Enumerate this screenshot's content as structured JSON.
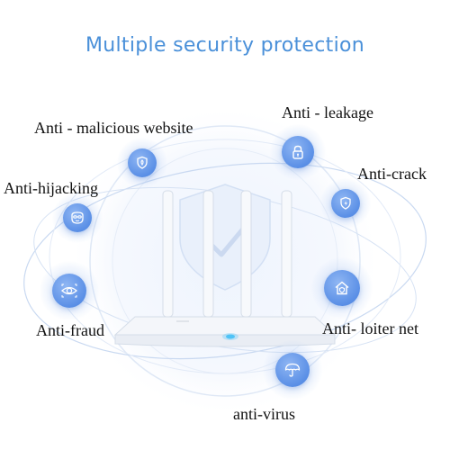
{
  "title": "Multiple security protection",
  "features": [
    {
      "label": "Anti - malicious website",
      "icon": "shield-icon"
    },
    {
      "label": "Anti - leakage",
      "icon": "lock-icon"
    },
    {
      "label": "Anti-hijacking",
      "icon": "mask-icon"
    },
    {
      "label": "Anti-crack",
      "icon": "shield-lightning-icon"
    },
    {
      "label": "Anti-fraud",
      "icon": "eye-icon"
    },
    {
      "label": "Anti- loiter net",
      "icon": "house-shield-icon"
    },
    {
      "label": "anti-virus",
      "icon": "umbrella-icon"
    }
  ],
  "colors": {
    "accent": "#4a90d9",
    "bubble": "#5a8fe6",
    "text": "#111111"
  }
}
